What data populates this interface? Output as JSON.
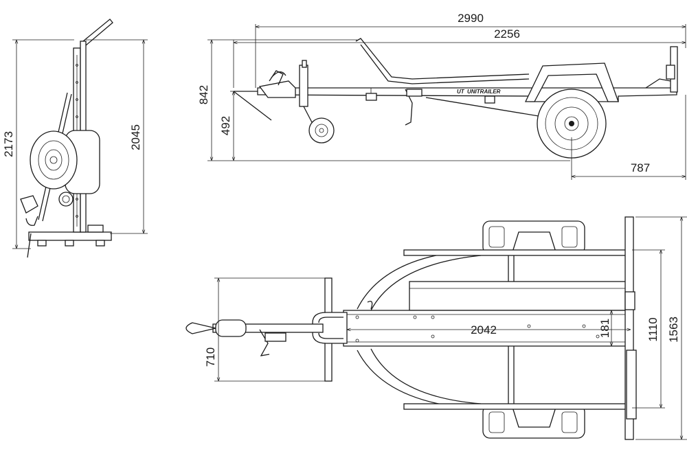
{
  "brand": {
    "logo": "UT",
    "name": "UNITRAILER"
  },
  "dimensions": {
    "front_total_height": "2173",
    "front_frame_height": "2045",
    "side_total_length": "2990",
    "side_bed_length": "2256",
    "side_height": "842",
    "side_drawbar_height": "492",
    "side_rear_overhang": "787",
    "top_drawbar_width": "710",
    "top_bed_length": "2042",
    "top_rail_width": "181",
    "top_track_width": "1110",
    "top_total_width": "1563"
  }
}
